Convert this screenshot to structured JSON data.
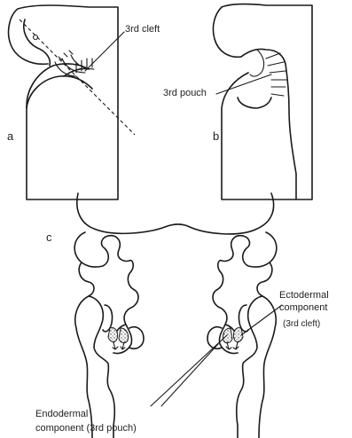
{
  "panels": {
    "a": {
      "letter": "a",
      "label": "3rd cleft"
    },
    "b": {
      "letter": "b",
      "label": "3rd pouch"
    },
    "c": {
      "letter": "c",
      "ecto_line1": "Ectodermal",
      "ecto_line2": "component",
      "ecto_line3": "(3rd cleft)",
      "endo_line1": "Endodermal",
      "endo_line2": "component (3rd pouch)"
    }
  },
  "colors": {
    "ink": "#1a1a1a",
    "background": "#ffffff"
  }
}
